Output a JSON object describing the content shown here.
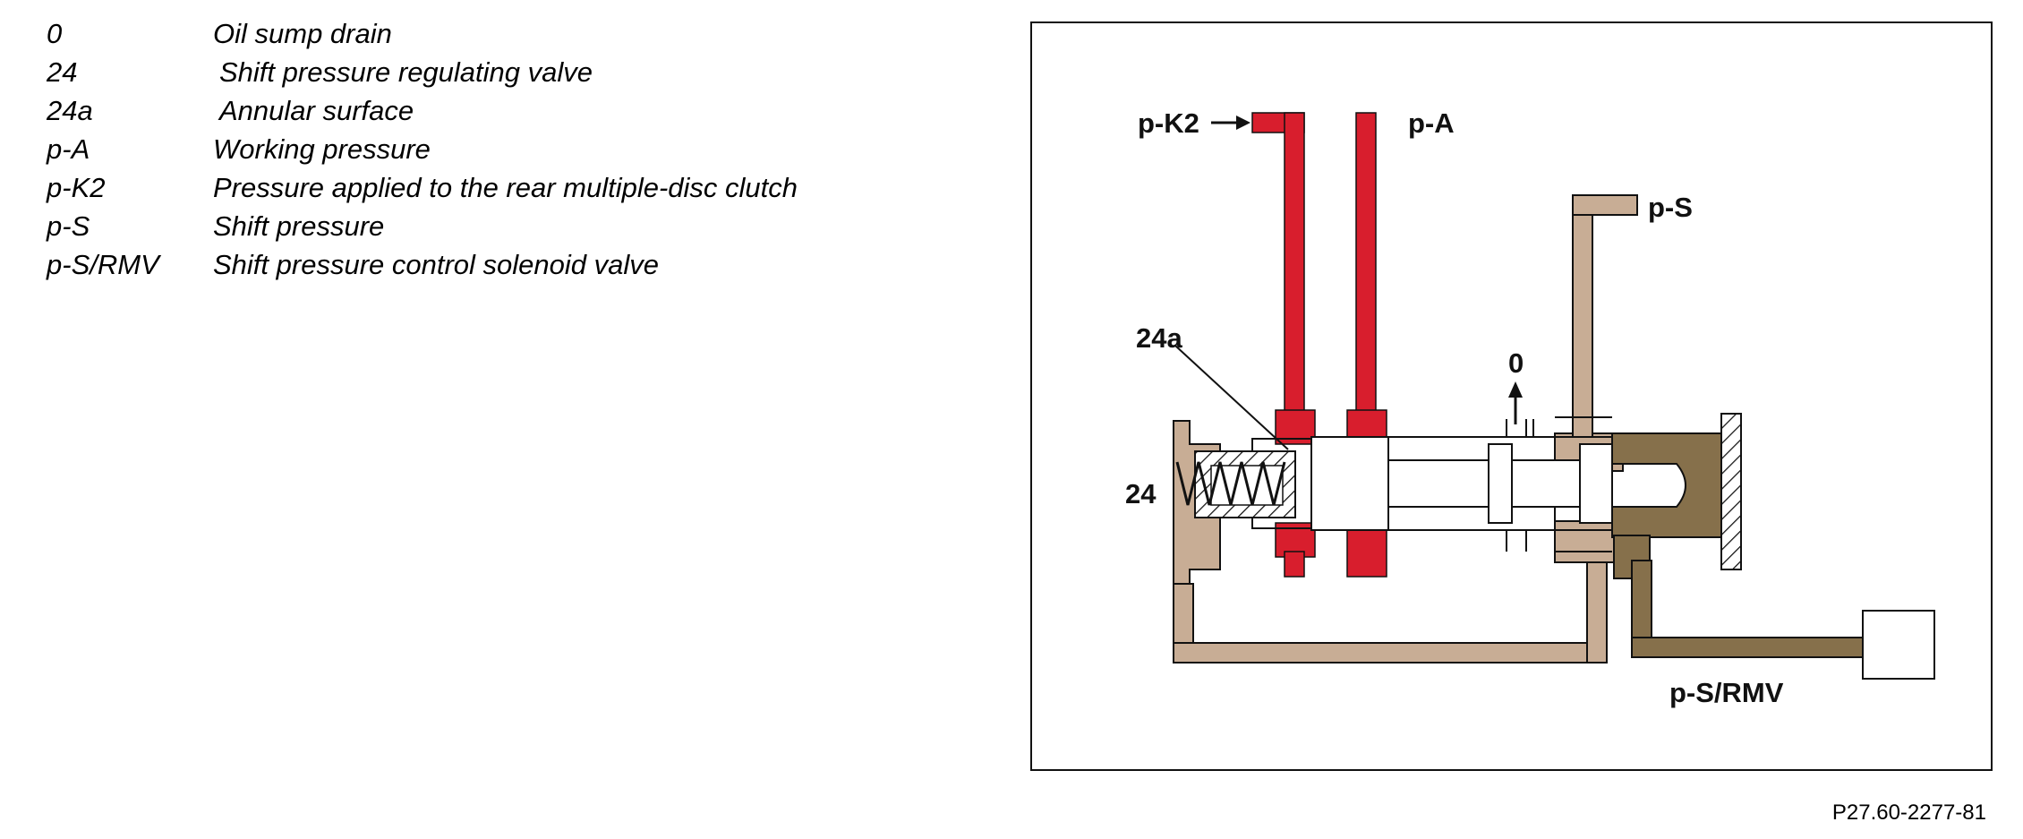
{
  "legend": [
    {
      "key": "0",
      "description": "Oil sump drain"
    },
    {
      "key": "24",
      "description": "Shift pressure regulating valve"
    },
    {
      "key": "24a",
      "description": "Annular surface"
    },
    {
      "key": "p-A",
      "description": "Working pressure"
    },
    {
      "key": "p-K2",
      "description": "Pressure applied to the rear multiple-disc clutch"
    },
    {
      "key": "p-S",
      "description": "Shift pressure"
    },
    {
      "key": "p-S/RMV",
      "description": "Shift pressure control solenoid valve"
    }
  ],
  "diagram": {
    "labels": {
      "pk2": "p-K2",
      "pa": "p-A",
      "ps": "p-S",
      "drain": "0",
      "annular": "24a",
      "valve": "24",
      "psrmv": "p-S/RMV"
    },
    "colors": {
      "working_pressure": "#d81e2d",
      "shift_pressure": "#c8ad95",
      "solenoid_pressure": "#86704b",
      "outline": "#111111"
    }
  },
  "reference_code": "P27.60-2277-81"
}
